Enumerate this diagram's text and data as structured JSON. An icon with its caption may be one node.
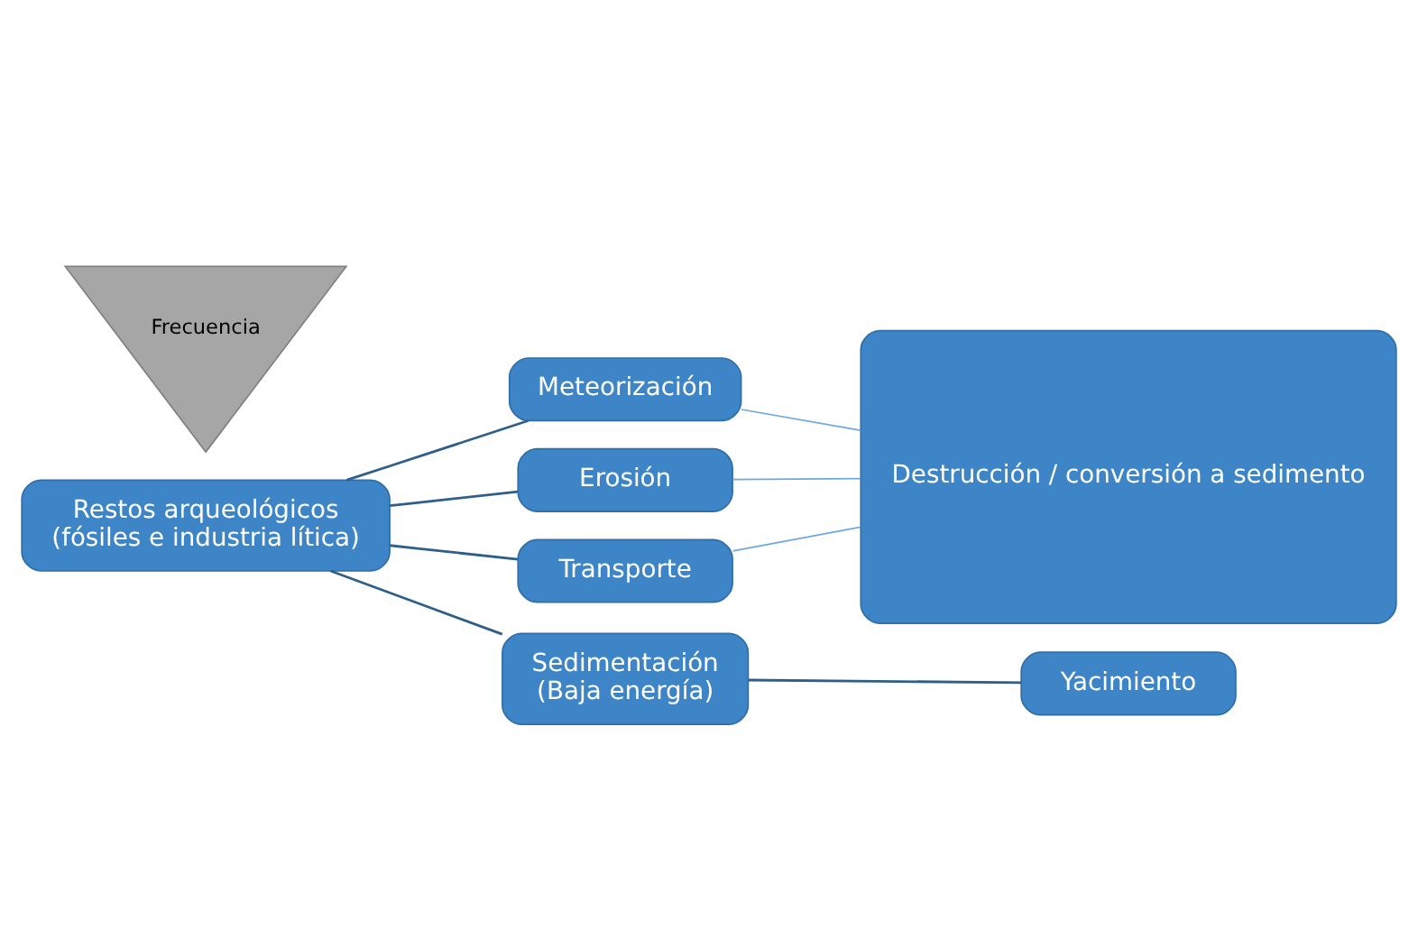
{
  "diagram": {
    "nodes": [
      {
        "text": [
          "Restos arqueológicos",
          "(fósiles e industria lítica)"
        ]
      },
      {
        "text": [
          "Meteorización"
        ]
      },
      {
        "text": [
          "Erosión"
        ]
      },
      {
        "text": [
          "Transporte"
        ]
      },
      {
        "text": [
          "Sedimentación",
          "(Baja energía)"
        ]
      },
      {
        "text": [
          "Destrucción / conversión a sedimento"
        ]
      },
      {
        "text": [
          "Yacimiento"
        ]
      },
      {
        "text": [
          "Frecuencia"
        ]
      }
    ],
    "edges": [
      {
        "from": 0,
        "to": 1,
        "arrow": "none"
      },
      {
        "from": 0,
        "to": 2,
        "arrow": "none"
      },
      {
        "from": 0,
        "to": 3,
        "arrow": "none"
      },
      {
        "from": 0,
        "to": 4,
        "arrow": "none"
      },
      {
        "from": 1,
        "to": 5,
        "arrow": "none",
        "color": "#6fa8dc"
      },
      {
        "from": 2,
        "to": 5,
        "arrow": "none",
        "color": "#6fa8dc"
      },
      {
        "from": 3,
        "to": 5,
        "arrow": "none",
        "color": "#6fa8dc"
      },
      {
        "from": 4,
        "to": 6,
        "arrow": "none"
      }
    ]
  }
}
